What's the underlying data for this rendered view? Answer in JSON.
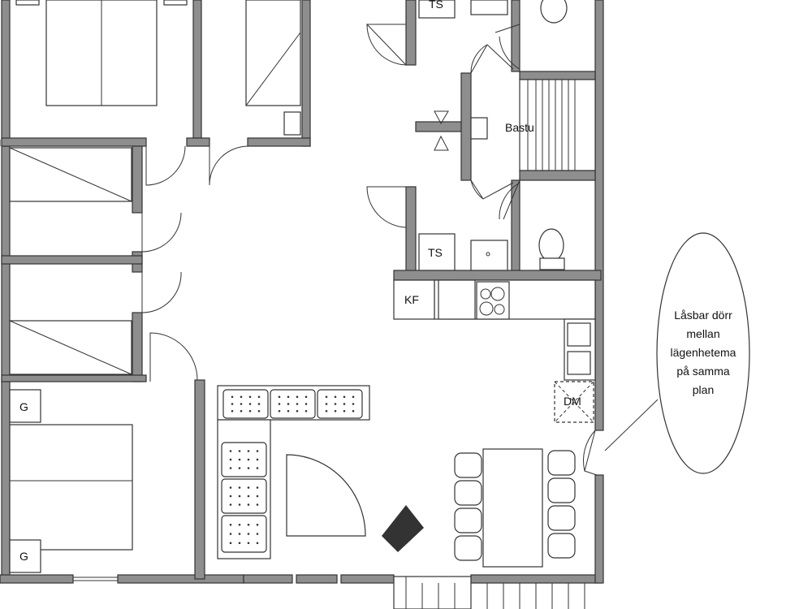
{
  "rooms": {
    "sauna": "Bastu",
    "dryer_top": "TS",
    "dryer_bottom": "TS",
    "fridge_freezer": "KF",
    "dishwasher": "DM",
    "wardrobe_top": "G",
    "wardrobe_bottom": "G"
  },
  "callout": {
    "lines": [
      "Låsbar dörr",
      "mellan",
      "lägenhetema",
      "på samma",
      "plan"
    ]
  },
  "colors": {
    "wall": "#8e8e8e",
    "line": "#333333"
  }
}
